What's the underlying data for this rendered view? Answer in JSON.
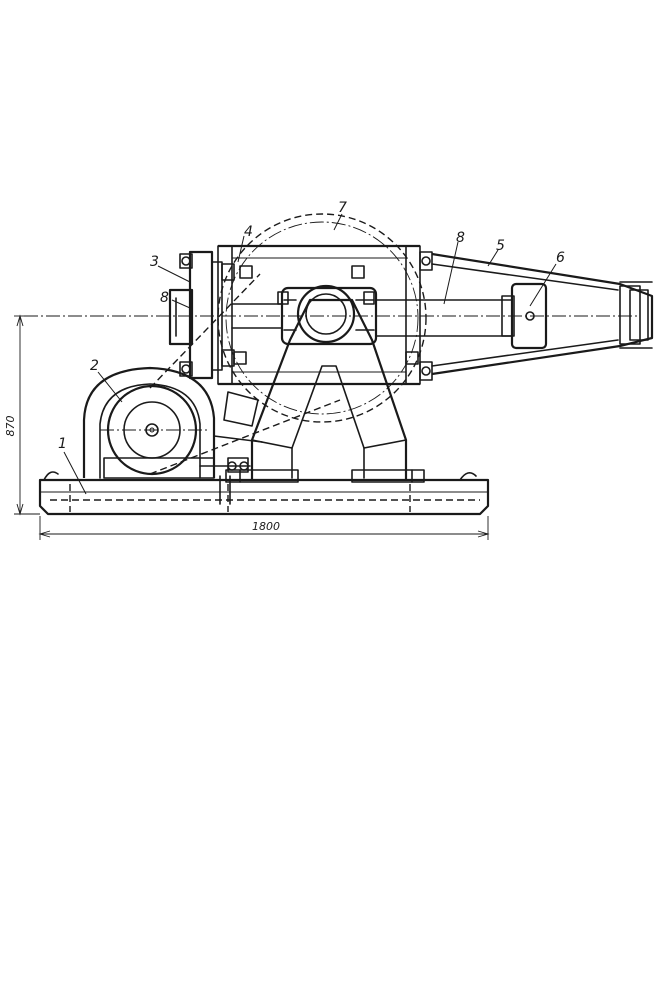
{
  "callouts": {
    "base": "1",
    "motor": "2",
    "bearing_left": "3",
    "drum": "4",
    "cone": "5",
    "cone_bearing": "6",
    "belt_wheel": "7",
    "shaft": "8",
    "shaft_left": "8"
  },
  "dimensions": {
    "height": "870",
    "length": "1800"
  },
  "colors": {
    "ink": "#1a1a1a",
    "paper": "#ffffff"
  }
}
